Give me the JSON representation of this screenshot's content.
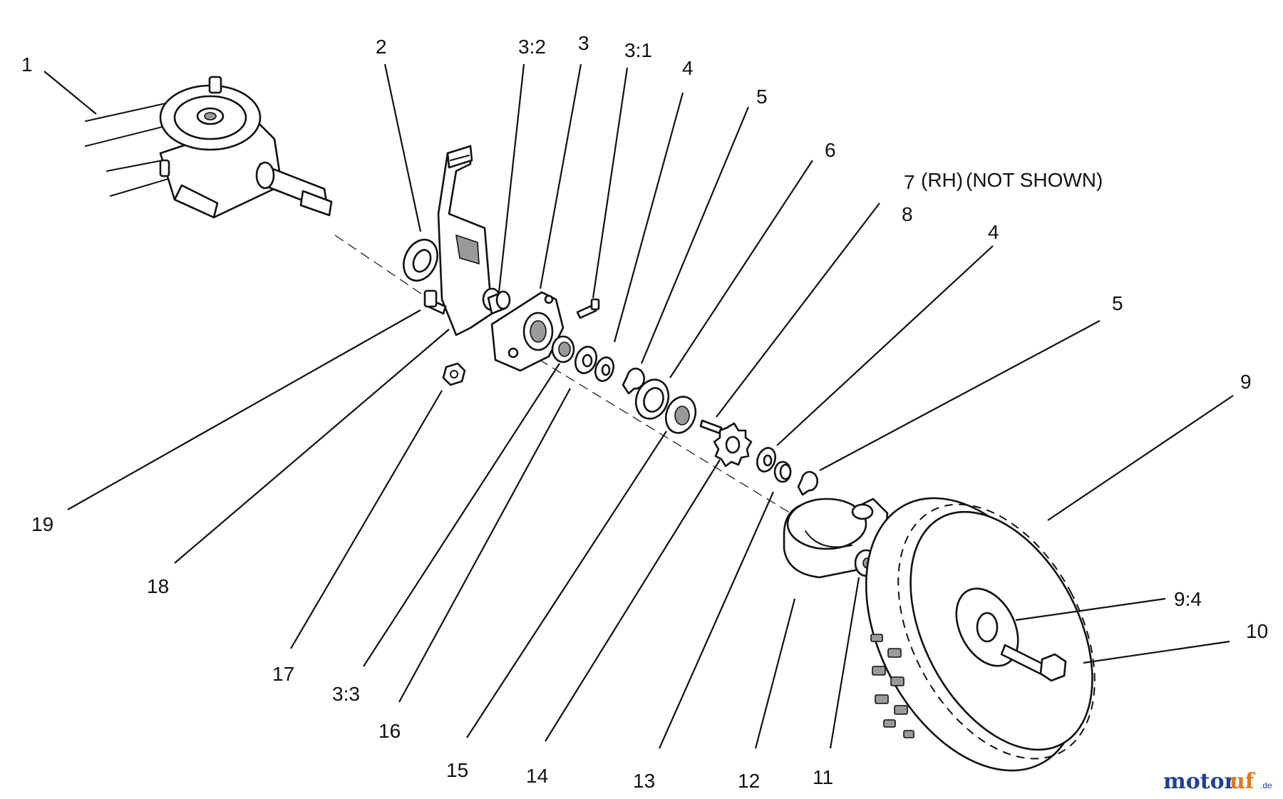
{
  "diagram": {
    "callouts": {
      "c1": "1",
      "c2": "2",
      "c3_2": "3:2",
      "c3": "3",
      "c3_1": "3:1",
      "c4_top": "4",
      "c5_top": "5",
      "c6": "6",
      "c7": "7",
      "c8": "8",
      "c4_right": "4",
      "c5_right": "5",
      "c9": "9",
      "c9_4": "9:4",
      "c10": "10",
      "c11": "11",
      "c12": "12",
      "c13": "13",
      "c14": "14",
      "c15": "15",
      "c16": "16",
      "c3_3": "3:3",
      "c17": "17",
      "c18": "18",
      "c19": "19"
    },
    "notes": {
      "rh": "(RH)",
      "not_shown": "(NOT SHOWN)"
    },
    "watermark": {
      "part1": "motor",
      "part2": "uf",
      "suffix": ".de"
    }
  }
}
